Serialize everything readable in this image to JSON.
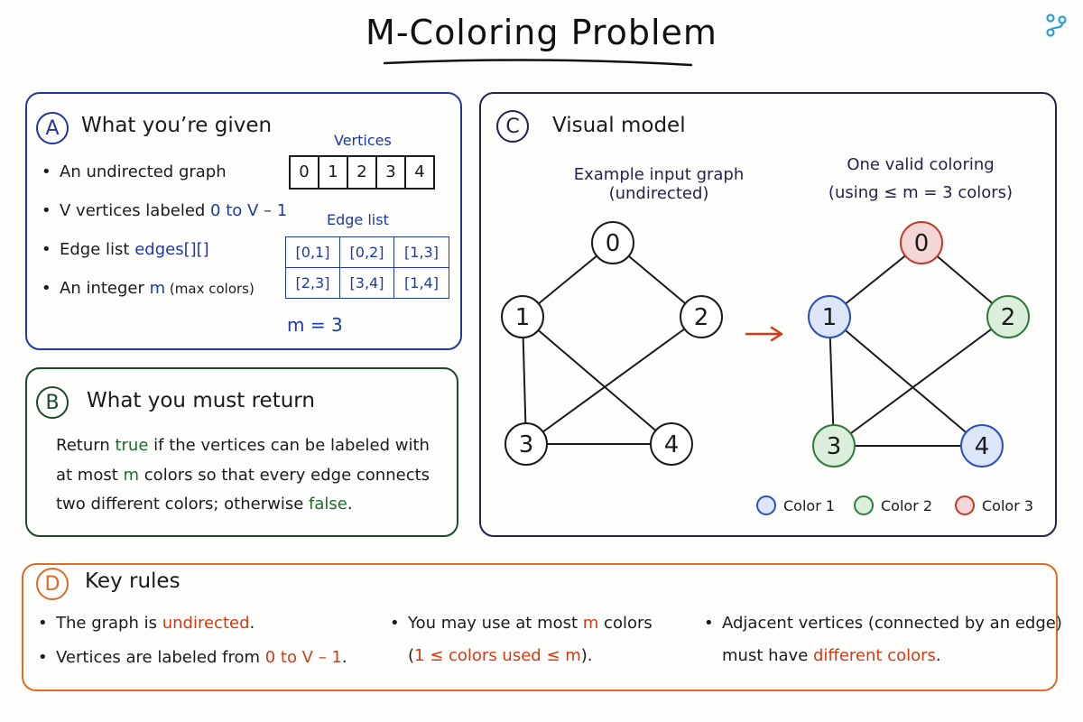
{
  "title": "M-Coloring Problem",
  "colors": {
    "panel_a": "#2436a0",
    "panel_b": "#1f4a2a",
    "panel_c": "#23234d",
    "panel_d": "#e06a26",
    "accent_blue": "#1f3aa8",
    "accent_green": "#1d6a2f",
    "accent_orange": "#d63a12",
    "color1_fill": "#dde6f8",
    "color1_stroke": "#2b4fc0",
    "color2_fill": "#dcefdc",
    "color2_stroke": "#2f7a3c",
    "color3_fill": "#f4d6d6",
    "color3_stroke": "#c0392b"
  },
  "section_a": {
    "letter": "A",
    "heading": "What you’re given",
    "bullets": [
      {
        "text": "An undirected graph"
      },
      {
        "text": "V vertices labeled ",
        "highlight": "0 to V – 1"
      },
      {
        "text": "Edge list ",
        "highlight": "edges[][]"
      },
      {
        "text": "An integer ",
        "highlight": "m",
        "suffix": " (max colors)"
      }
    ],
    "vertices_label": "Vertices",
    "vertices": [
      "0",
      "1",
      "2",
      "3",
      "4"
    ],
    "edges_label": "Edge list",
    "edges": [
      "[0,1]",
      "[0,2]",
      "[1,3]",
      "[2,3]",
      "[3,4]",
      "[1,4]"
    ],
    "m_text": "m = 3"
  },
  "section_b": {
    "letter": "B",
    "heading": "What you must return",
    "parts": [
      "Return ",
      "true",
      " if the vertices can be labeled with at most ",
      "m",
      " colors so that every edge connects two different colors; otherwise ",
      "false",
      "."
    ]
  },
  "section_c": {
    "letter": "C",
    "heading": "Visual model",
    "input_caption": "Example input graph (undirected)",
    "coloring_caption_1": "One valid coloring",
    "coloring_caption_2": "(using ≤ m = 3 colors)",
    "nodes": [
      "0",
      "1",
      "2",
      "3",
      "4"
    ],
    "node_colors": [
      3,
      1,
      2,
      2,
      1
    ],
    "graph_edges": [
      [
        0,
        1
      ],
      [
        0,
        2
      ],
      [
        1,
        3
      ],
      [
        2,
        3
      ],
      [
        3,
        4
      ],
      [
        1,
        4
      ]
    ],
    "arrow": "→",
    "legend": [
      "Color 1",
      "Color 2",
      "Color 3"
    ]
  },
  "section_d": {
    "letter": "D",
    "heading": "Key rules",
    "col1": [
      {
        "pre": "The graph is ",
        "hl": "undirected",
        "post": "."
      },
      {
        "pre": "Vertices are labeled from ",
        "hl": "0 to V – 1",
        "post": "."
      }
    ],
    "col2": {
      "line1_pre": "You may use at most ",
      "line1_hl": "m",
      "line1_post": " colors",
      "line2_open": "(",
      "line2_hl": "1 ≤ colors used ≤ m",
      "line2_close": ")."
    },
    "col3": {
      "line1": "Adjacent vertices (connected by an edge)",
      "line2_pre": "must have ",
      "line2_hl": "different colors",
      "line2_post": "."
    }
  }
}
